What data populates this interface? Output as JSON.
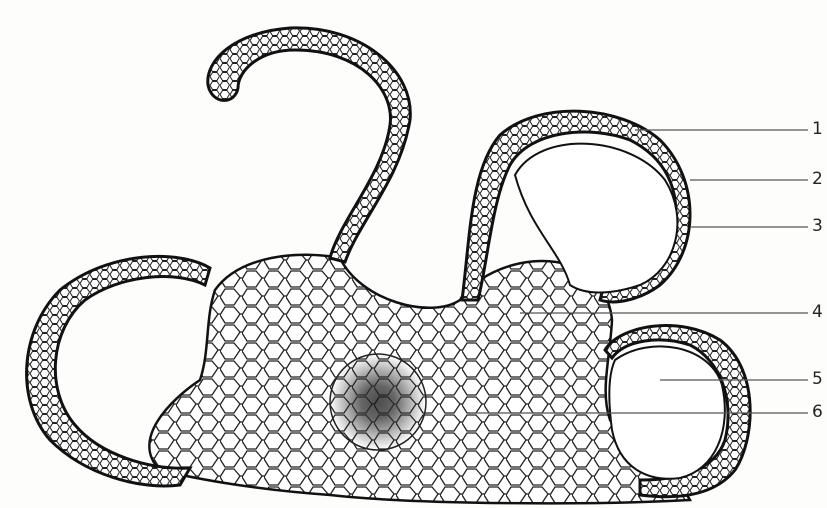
{
  "labels": [
    "1",
    "2",
    "3",
    "4",
    "5",
    "6"
  ],
  "colors": {
    "ink": "#1a1a1a",
    "paper": "#fdfdfc",
    "leader": "#555555"
  }
}
